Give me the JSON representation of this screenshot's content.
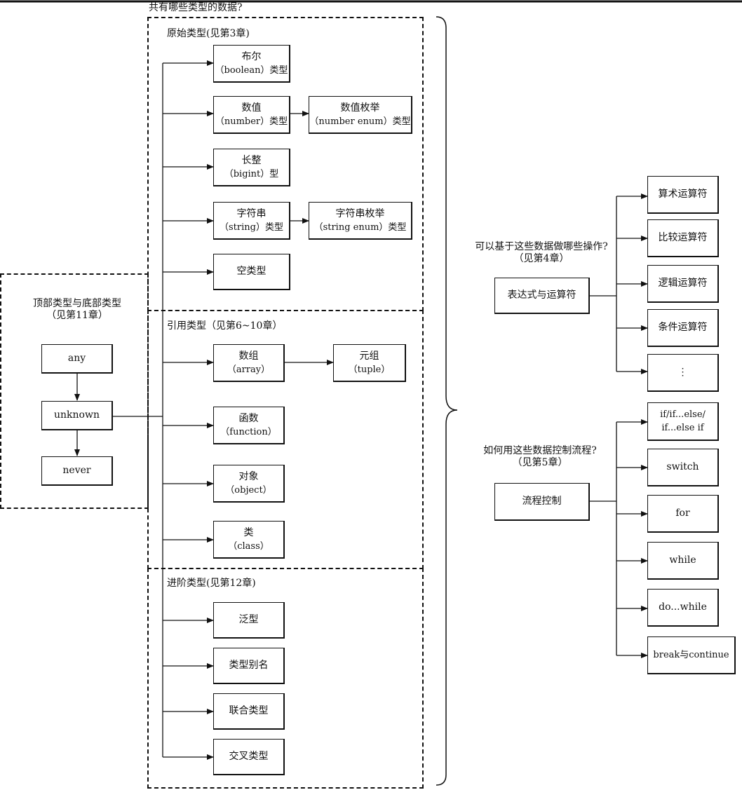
{
  "top_title": "共有哪些类型的数据?",
  "top_types": {
    "title_line1": "顶部类型与底部类型",
    "title_line2": "（见第11章）",
    "any": "any",
    "unknown": "unknown",
    "never": "never"
  },
  "primitive": {
    "title": "原始类型(见第3章)",
    "boolean_l1": "布尔",
    "boolean_l2": "（boolean）类型",
    "number_l1": "数值",
    "number_l2": "（number）类型",
    "number_enum_l1": "数值枚举",
    "number_enum_l2": "（number enum）类型",
    "bigint_l1": "长整",
    "bigint_l2": "（bigint）型",
    "string_l1": "字符串",
    "string_l2": "（string）类型",
    "string_enum_l1": "字符串枚举",
    "string_enum_l2": "（string enum）类型",
    "void": "空类型"
  },
  "reference": {
    "title": "引用类型（见第6~10章）",
    "array_l1": "数组",
    "array_l2": "（array）",
    "tuple_l1": "元组",
    "tuple_l2": "（tuple）",
    "function_l1": "函数",
    "function_l2": "（function）",
    "object_l1": "对象",
    "object_l2": "（object）",
    "class_l1": "类",
    "class_l2": "（class）"
  },
  "advanced": {
    "title": "进阶类型(见第12章)",
    "generic": "泛型",
    "alias": "类型别名",
    "union": "联合类型",
    "intersection": "交叉类型"
  },
  "operators": {
    "question_l1": "可以基于这些数据做哪些操作?",
    "question_l2": "（见第4章）",
    "root": "表达式与运算符",
    "items": [
      "算术运算符",
      "比较运算符",
      "逻辑运算符",
      "条件运算符",
      "⋮"
    ]
  },
  "control": {
    "question_l1": "如何用这些数据控制流程?",
    "question_l2": "（见第5章）",
    "root": "流程控制",
    "if_l1": "if/if...else/",
    "if_l2": "if...else if",
    "items": [
      "switch",
      "for",
      "while",
      "do...while",
      "break与continue"
    ]
  }
}
